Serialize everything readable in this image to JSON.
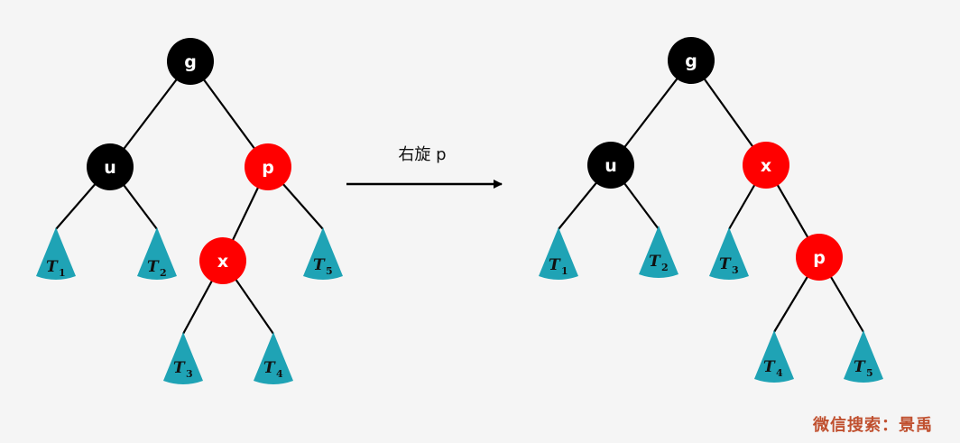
{
  "colors": {
    "background": "#f5f5f5",
    "black_node": "#000000",
    "red_node": "#ff0000",
    "subtree": "#1fa3b5",
    "watermark": "#c0502f"
  },
  "operation_label": "右旋 p",
  "watermark": "微信搜索：景禹",
  "subtree_letter": "T",
  "before": {
    "nodes": [
      {
        "id": "g",
        "label": "g",
        "color": "black"
      },
      {
        "id": "u",
        "label": "u",
        "color": "black"
      },
      {
        "id": "p",
        "label": "p",
        "color": "red"
      },
      {
        "id": "x",
        "label": "x",
        "color": "red"
      }
    ],
    "subtrees": [
      {
        "id": "T1",
        "letter": "T",
        "sub": "1"
      },
      {
        "id": "T2",
        "letter": "T",
        "sub": "2"
      },
      {
        "id": "T3",
        "letter": "T",
        "sub": "3"
      },
      {
        "id": "T4",
        "letter": "T",
        "sub": "4"
      },
      {
        "id": "T5",
        "letter": "T",
        "sub": "5"
      }
    ]
  },
  "after": {
    "nodes": [
      {
        "id": "g",
        "label": "g",
        "color": "black"
      },
      {
        "id": "u",
        "label": "u",
        "color": "black"
      },
      {
        "id": "x",
        "label": "x",
        "color": "red"
      },
      {
        "id": "p",
        "label": "p",
        "color": "red"
      }
    ],
    "subtrees": [
      {
        "id": "T1",
        "letter": "T",
        "sub": "1"
      },
      {
        "id": "T2",
        "letter": "T",
        "sub": "2"
      },
      {
        "id": "T3",
        "letter": "T",
        "sub": "3"
      },
      {
        "id": "T4",
        "letter": "T",
        "sub": "4"
      },
      {
        "id": "T5",
        "letter": "T",
        "sub": "5"
      }
    ]
  }
}
